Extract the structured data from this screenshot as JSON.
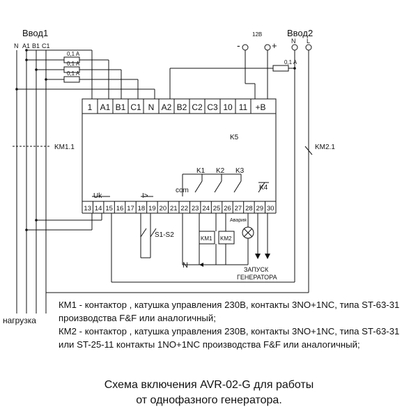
{
  "inputs": {
    "input1_label": "Ввод1",
    "input2_label": "Ввод2",
    "input1_lines": [
      "N",
      "A1",
      "B1",
      "C1"
    ],
    "input2_lines": [
      "N",
      "L"
    ],
    "supply_label": "12В",
    "minus": "-",
    "plus": "+"
  },
  "fuses": [
    "0,1 A",
    "0,1 A",
    "0,1 A",
    "0,1 A"
  ],
  "terminals_top": [
    "1",
    "A1",
    "B1",
    "C1",
    "N",
    "A2",
    "B2",
    "C2",
    "C3",
    "10",
    "11",
    "+B"
  ],
  "terminals_bottom": [
    "13",
    "14",
    "15",
    "16",
    "17",
    "18",
    "19",
    "20",
    "21",
    "22",
    "23",
    "24",
    "25",
    "26",
    "27",
    "28",
    "29",
    "30"
  ],
  "labels": {
    "k5": "K5",
    "km11": "KM1.1",
    "km21": "KM2.1",
    "uk": "Uk",
    "i_gt": "I>",
    "com": "com",
    "k1": "K1",
    "k2": "K2",
    "k3": "K3",
    "k4": "K4",
    "alarm": "Авария",
    "s1s2": "S1-S2",
    "km1": "KM1",
    "km2": "KM2",
    "n": "N",
    "gen_start_1": "ЗАПУСК",
    "gen_start_2": "ГЕНЕРАТОРА",
    "load": "нагрузка"
  },
  "notes": {
    "km1": "КМ1 -  контактор , катушка управления 230В, контакты  3NO+1NC, типа ST-63-31 производства  F&F  или аналогичный;",
    "km2": "КМ2  - контактор , катушка управления 230В, контакты  3NO+1NC, типа  ST-63-31 или ST-25-11 контакты 1NO+1NC производства  F&F или аналогичный;"
  },
  "caption": {
    "line1": "Схема включения AVR-02-G  для работы",
    "line2": "от однофазного генератора."
  }
}
